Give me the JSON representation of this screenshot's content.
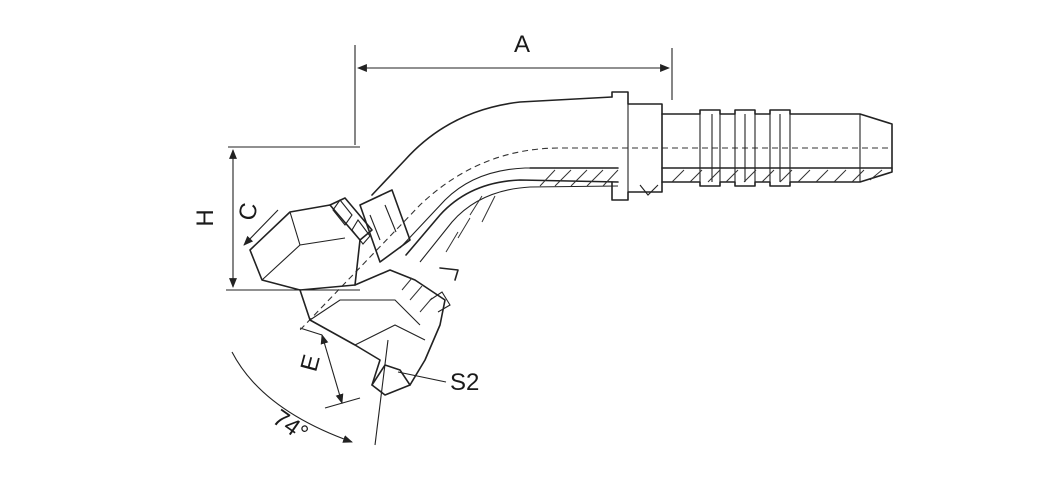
{
  "labels": {
    "a": "A",
    "h": "H",
    "c": "C",
    "e": "E",
    "s2": "S2",
    "angle": "74°"
  }
}
